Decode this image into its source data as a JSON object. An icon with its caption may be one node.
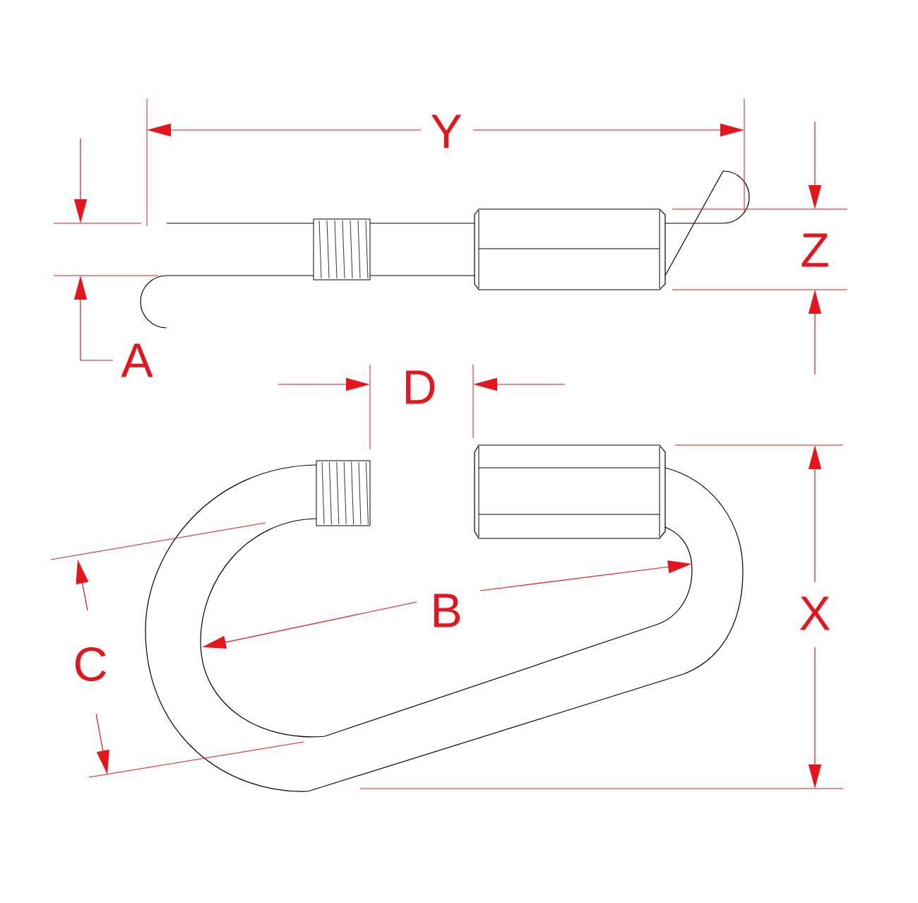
{
  "diagram": {
    "labels": [
      "Y",
      "Z",
      "A",
      "D",
      "B",
      "C",
      "X"
    ]
  }
}
